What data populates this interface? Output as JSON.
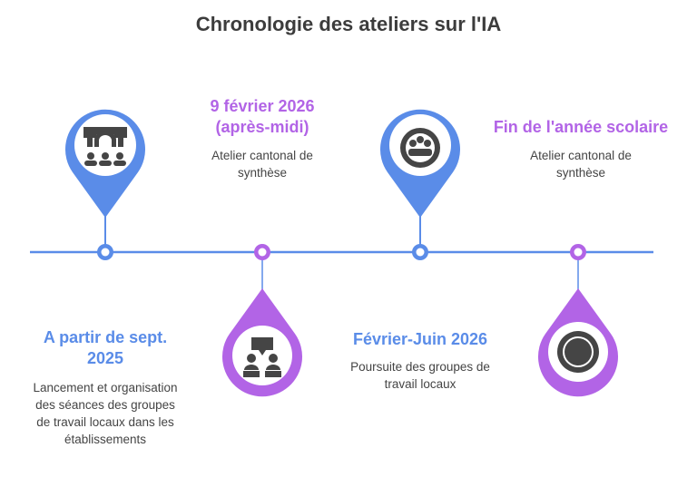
{
  "title": "Chronologie des ateliers sur l'IA",
  "colors": {
    "blue": "#5a8ce8",
    "purple": "#b264e6",
    "icon": "#454545"
  },
  "events": [
    {
      "heading": "A partir de sept. 2025",
      "description": "Lancement et organisation des séances des groupes de travail locaux dans les établissements",
      "icon": "classroom-icon",
      "color": "blue"
    },
    {
      "heading": "9 février 2026 (après-midi)",
      "description": "Atelier cantonal de synthèse",
      "icon": "discussion-icon",
      "color": "purple"
    },
    {
      "heading": "Février-Juin 2026",
      "description": "Poursuite des groupes de travail locaux",
      "icon": "group-meeting-icon",
      "color": "blue"
    },
    {
      "heading": "Fin de l'année scolaire",
      "description": "Atelier cantonal de synthèse",
      "icon": "target-icon",
      "color": "purple"
    }
  ]
}
